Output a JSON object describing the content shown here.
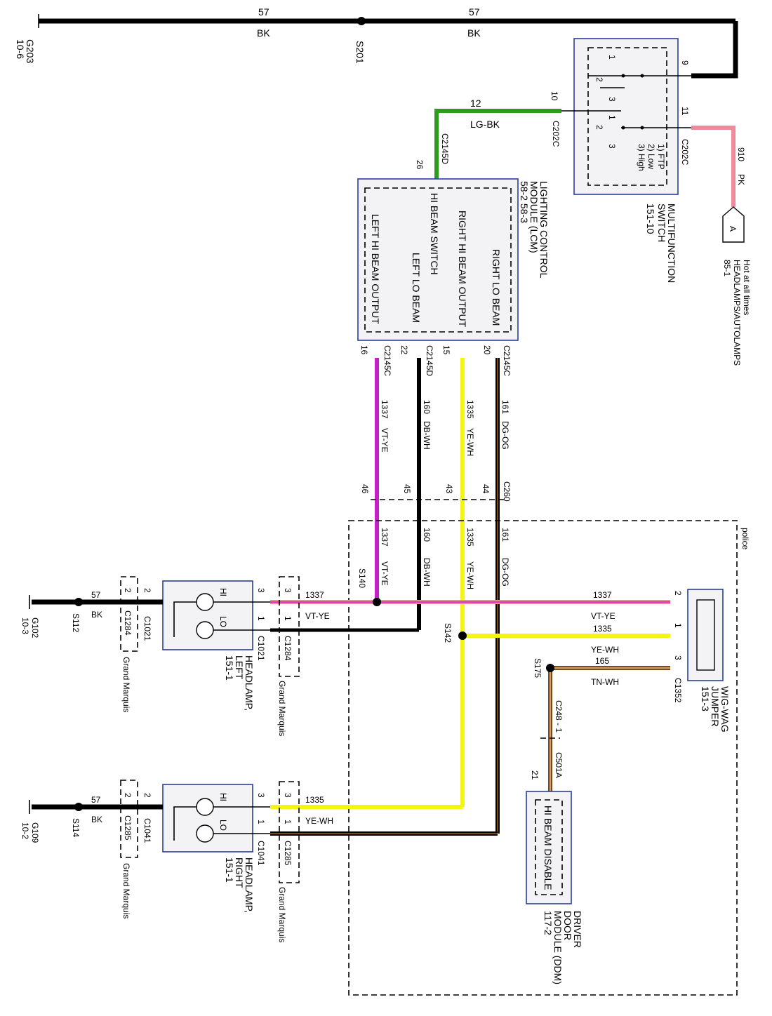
{
  "wires": {
    "ground_left": {
      "circuit": "57",
      "color": "BK"
    },
    "ground_right": {
      "circuit": "57",
      "color": "BK"
    },
    "lg_bk": {
      "circuit": "12",
      "color": "LG-BK"
    },
    "pk": {
      "circuit": "910",
      "color": "PK"
    },
    "dg_og": {
      "circuit": "161",
      "color": "DG-OG"
    },
    "ye_wh": {
      "circuit": "1335",
      "color": "YE-WH"
    },
    "db_wh": {
      "circuit": "160",
      "color": "DB-WH"
    },
    "vt_ye": {
      "circuit": "1337",
      "color": "VT-YE"
    },
    "tn_wh": {
      "circuit": "165",
      "color": "TN-WH"
    },
    "left_gnd": {
      "circuit": "57",
      "color": "BK"
    },
    "right_gnd": {
      "circuit": "57",
      "color": "BK"
    }
  },
  "splices": {
    "s201": "S201",
    "s140": "S140",
    "s142": "S142",
    "s175": "S175",
    "s112": "S112",
    "s114": "S114"
  },
  "grounds": {
    "g203": "G203",
    "g203_ref": "10-6",
    "g102": "G102",
    "g102_ref": "10-3",
    "g109": "G109",
    "g109_ref": "10-2"
  },
  "multifunction_switch": {
    "title": "MULTIFUNCTION",
    "title2": "SWITCH",
    "ref": "151-10",
    "legend1": "1) FTP",
    "legend2": "2) Low",
    "legend3": "3) High",
    "pin9": "9",
    "pin10": "10",
    "pin11": "11",
    "conn_left": "C202C",
    "conn_right": "C202C",
    "c1": "1",
    "c2": "2",
    "c3": "3",
    "c1b": "1",
    "c2b": "2",
    "c3b": "3"
  },
  "hot_feed": {
    "marker": "A",
    "line1": "Hot at all times",
    "line2": "HEADLAMPS/AUTOLAMPS",
    "line3": "85-1"
  },
  "lcm": {
    "title": "LIGHTING CONTROL",
    "title2": "MODULE (LCM)",
    "ref": "58-2  58-3",
    "f1": "RIGHT LO BEAM",
    "f2": "RIGHT HI BEAM OUTPUT",
    "f3": "HI BEAM SWITCH",
    "f4": "LEFT LO BEAM",
    "f5": "LEFT HI BEAM OUTPUT",
    "pin_top": "26",
    "conn_top": "C2145D",
    "pin20": "20",
    "conn20": "C2145C",
    "pin15": "15",
    "pin22": "22",
    "conn22": "C2145D",
    "pin16": "16",
    "conn16": "C2145C"
  },
  "c260": {
    "label": "C260",
    "p44": "44",
    "p43": "43",
    "p45": "45",
    "p46": "46"
  },
  "police_label": "police",
  "wig_wag": {
    "title": "WIG-WAG",
    "title2": "JUMPER",
    "ref": "151-3",
    "conn": "C1352",
    "p2": "2",
    "p1": "1",
    "p3": "3"
  },
  "ddm": {
    "title": "DRIVER",
    "title2": "DOOR",
    "title3": "MODULE (DDM)",
    "ref": "117-2",
    "function": "HI BEAM DISABLE",
    "pin": "21",
    "conn_a": "C248 - 1",
    "conn_b": "C501A"
  },
  "headlamp_left": {
    "title": "HEADLAMP,",
    "title2": "LEFT",
    "ref": "151-1",
    "conn": "C1021",
    "conn2": "C1021",
    "hi": "HI",
    "lo": "LO",
    "p2": "2",
    "p3": "3",
    "p1": "1",
    "option_conn": "C1284",
    "option_conn2": "C1284",
    "op2": "2",
    "op3": "3",
    "op1": "1",
    "option": "Grand Marquis",
    "option2": "Grand Marquis"
  },
  "headlamp_right": {
    "title": "HEADLAMP,",
    "title2": "RIGHT",
    "ref": "151-1",
    "conn": "C1041",
    "conn2": "C1041",
    "hi": "HI",
    "lo": "LO",
    "p2": "2",
    "p3": "3",
    "p1": "1",
    "option_conn": "C1285",
    "option_conn2": "C1285",
    "op2": "2",
    "op3": "3",
    "op1": "1",
    "option": "Grand Marquis",
    "option2": "Grand Marquis"
  },
  "colors": {
    "black": "#000000",
    "green": "#2e9b1f",
    "pink": "#f08a9a",
    "violet": "#c81ec8",
    "yellow": "#f5f514",
    "brown": "#7a4a1a",
    "tan": "#c9a074",
    "box_border": "#2a3f9c"
  }
}
